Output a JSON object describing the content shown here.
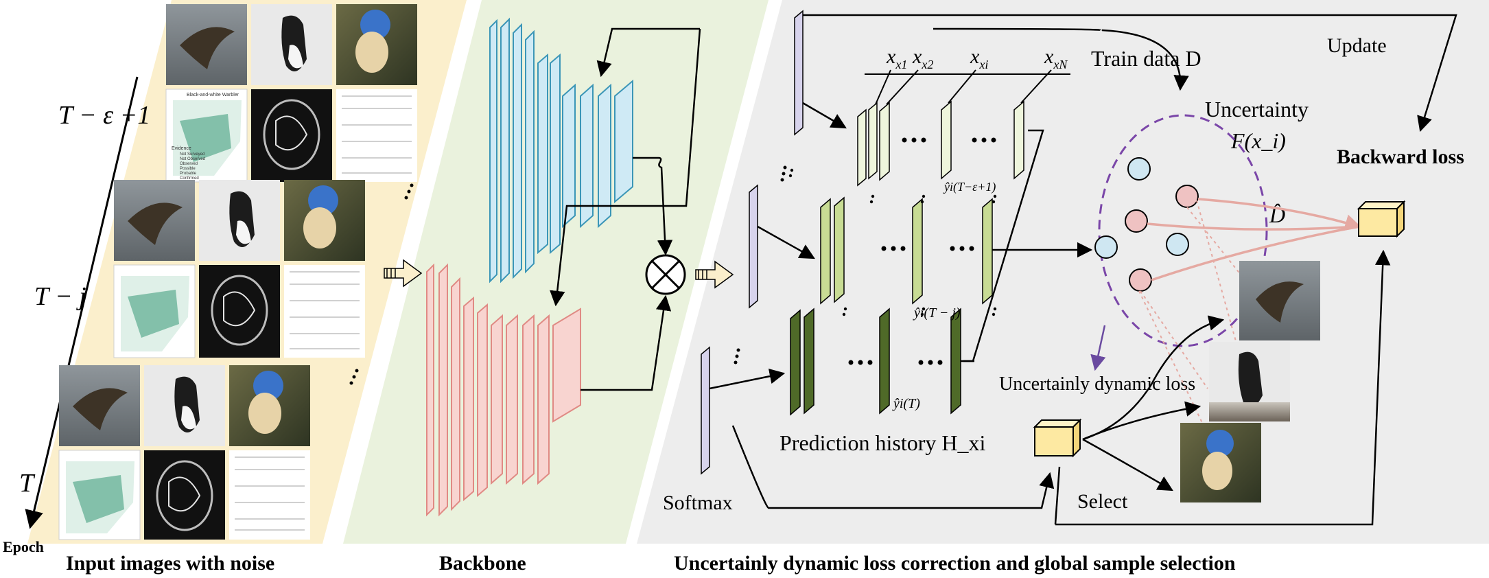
{
  "panels": {
    "input": {
      "caption": "Input images with noise",
      "epoch_label": "Epoch",
      "time_labels": [
        "T − ε +1",
        "T − j",
        "T"
      ],
      "thumbnail_text": {
        "map_title": "Black-and-white Warbler",
        "legend_heading": "Evidence",
        "legend_items": [
          "Not Surveyed",
          "Not Observed",
          "Observed",
          "Possible",
          "Probable",
          "Confirmed"
        ]
      }
    },
    "backbone": {
      "caption": "Backbone"
    },
    "correction": {
      "caption": "Uncertainly dynamic loss correction and global sample selection",
      "train_data": "Train data D",
      "update": "Update",
      "uncertainty": "Uncertainty",
      "uncertainty_fn": "F(x_i)",
      "backward_loss": "Backward loss",
      "d_hat": "D̂",
      "uncertain_loss": "Uncertainly dynamic loss",
      "softmax": "Softmax",
      "select": "Select",
      "pred_history": "Prediction history H_xi",
      "x_labels": [
        "x1",
        "x2",
        "xi",
        "xN"
      ],
      "y_labels": [
        "ŷi(T−ε+1)",
        "ŷi(T − j)",
        "ŷi(T)"
      ]
    }
  },
  "colors": {
    "input_bg": "#fbefcc",
    "backbone_bg": "#eaf2dd",
    "correction_bg": "#ededed",
    "blue_net": "#cfeaf5",
    "blue_net_stroke": "#3b96b7",
    "red_net": "#f8d4d0",
    "red_net_stroke": "#e08a84",
    "feature_light": "#eef5dc",
    "feature_mid": "#c8dc94",
    "feature_dark": "#4f6a28",
    "softmax_bar": "#d7d3ec",
    "cluster_circle": "#7a46a8",
    "node_blue": "#cfe7f2",
    "node_pink": "#efc2c2",
    "d_hat_arrow": "#e5a9a2",
    "loss_box": "#fde9a2"
  },
  "icons": [
    "bird-photo-icon",
    "bird-map-icon",
    "bird-sketch-icon",
    "table-doc-icon",
    "combine-operator-icon",
    "loss-cube-icon"
  ]
}
